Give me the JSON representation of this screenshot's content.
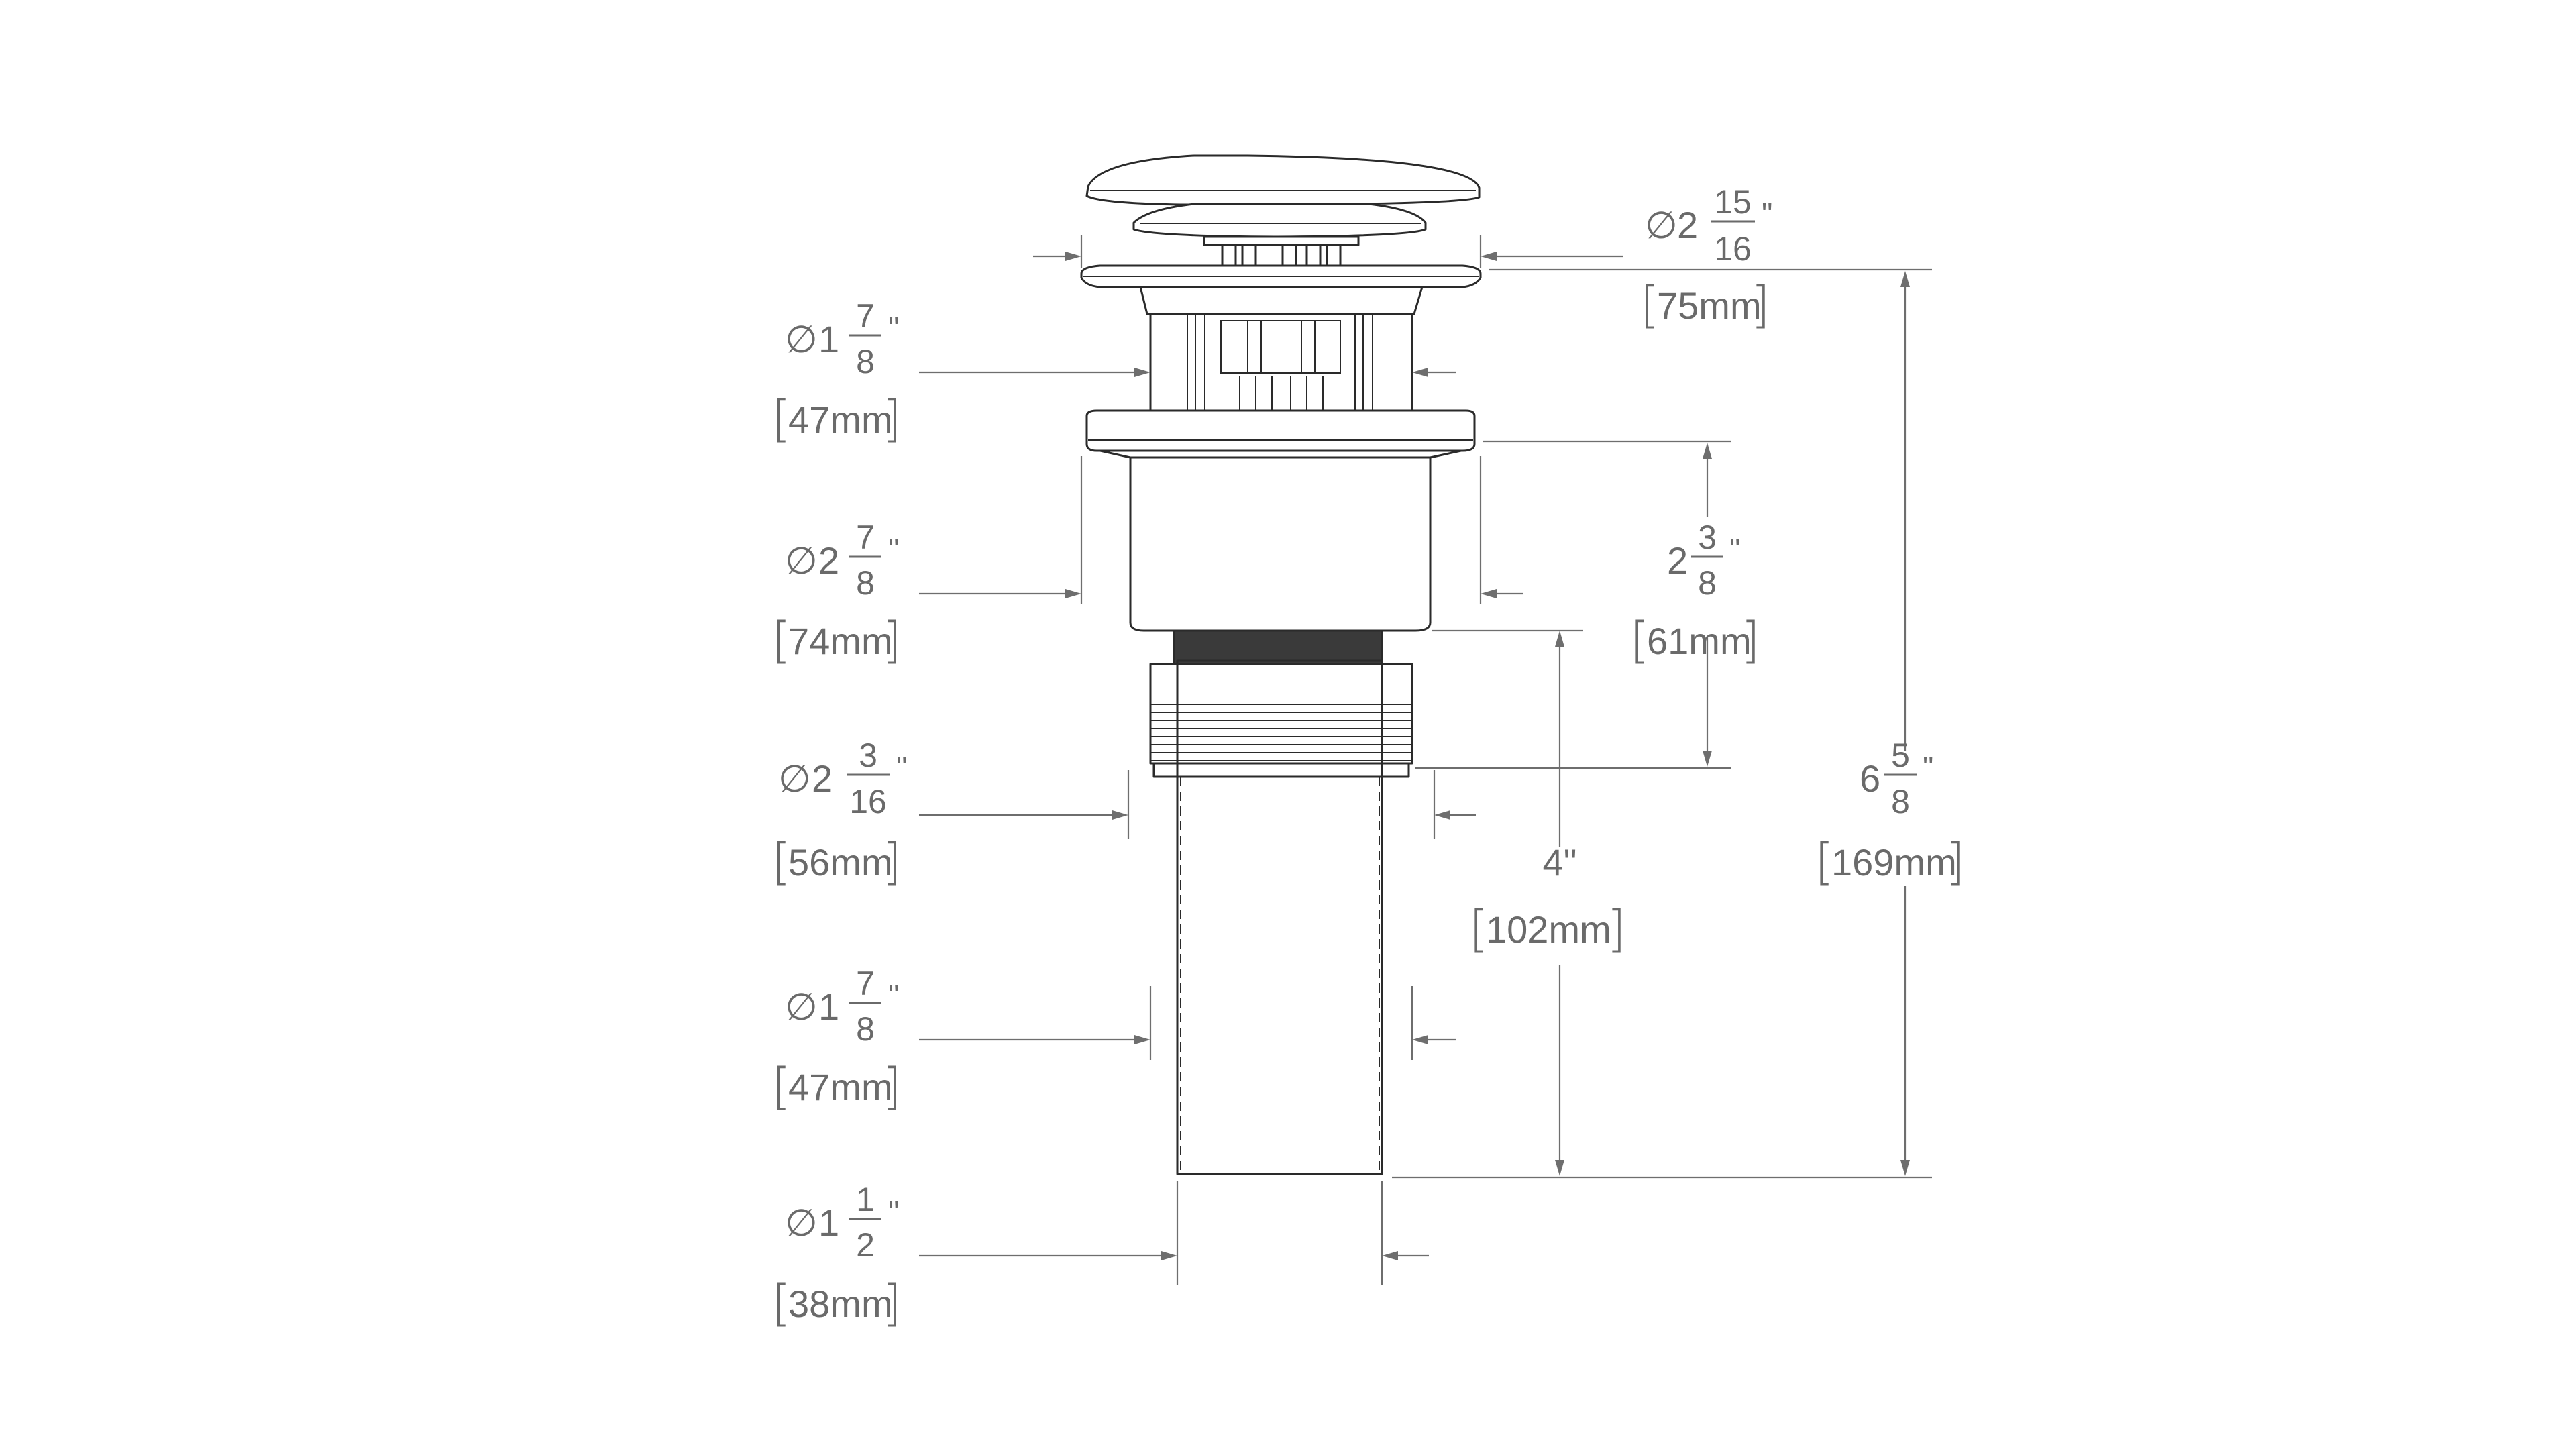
{
  "symbols": {
    "diameter": "∅",
    "inch": "\""
  },
  "dimensions": {
    "top_cap": {
      "prefix": "∅",
      "whole": "2",
      "num": "15",
      "den": "16",
      "mm": "75mm"
    },
    "upper_stem": {
      "prefix": "∅",
      "whole": "1",
      "num": "7",
      "den": "8",
      "mm": "47mm"
    },
    "flange": {
      "prefix": "∅",
      "whole": "2",
      "num": "7",
      "den": "8",
      "mm": "74mm"
    },
    "thread": {
      "prefix": "∅",
      "whole": "2",
      "num": "3",
      "den": "16",
      "mm": "56mm"
    },
    "lower_body": {
      "prefix": "∅",
      "whole": "1",
      "num": "7",
      "den": "8",
      "mm": "47mm"
    },
    "tailpiece": {
      "prefix": "∅",
      "whole": "1",
      "num": "1",
      "den": "2",
      "mm": "38mm"
    },
    "flange_height": {
      "prefix": "",
      "whole": "2",
      "num": "3",
      "den": "8",
      "mm": "61mm"
    },
    "tail_length": {
      "prefix": "",
      "whole": "4\"",
      "num": "",
      "den": "",
      "mm": "102mm"
    },
    "overall_height": {
      "prefix": "",
      "whole": "6",
      "num": "5",
      "den": "8",
      "mm": "169mm"
    }
  }
}
